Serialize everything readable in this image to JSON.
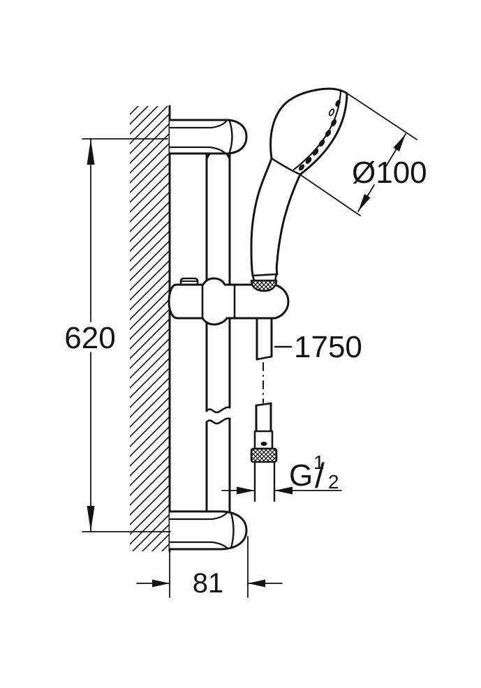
{
  "page": {
    "background_color": "#ffffff",
    "line_color": "#141414"
  },
  "drawing": {
    "subject": "technical dimension drawing of wall-mounted shower rail set with hand shower and hose",
    "labels": {
      "rail_length": "620",
      "head_diameter": "Ø100",
      "hose_length": "1750",
      "thread_g": "G",
      "thread_sup": "1",
      "thread_slash": "/",
      "thread_sub": "2",
      "bracket_depth": "81"
    }
  }
}
